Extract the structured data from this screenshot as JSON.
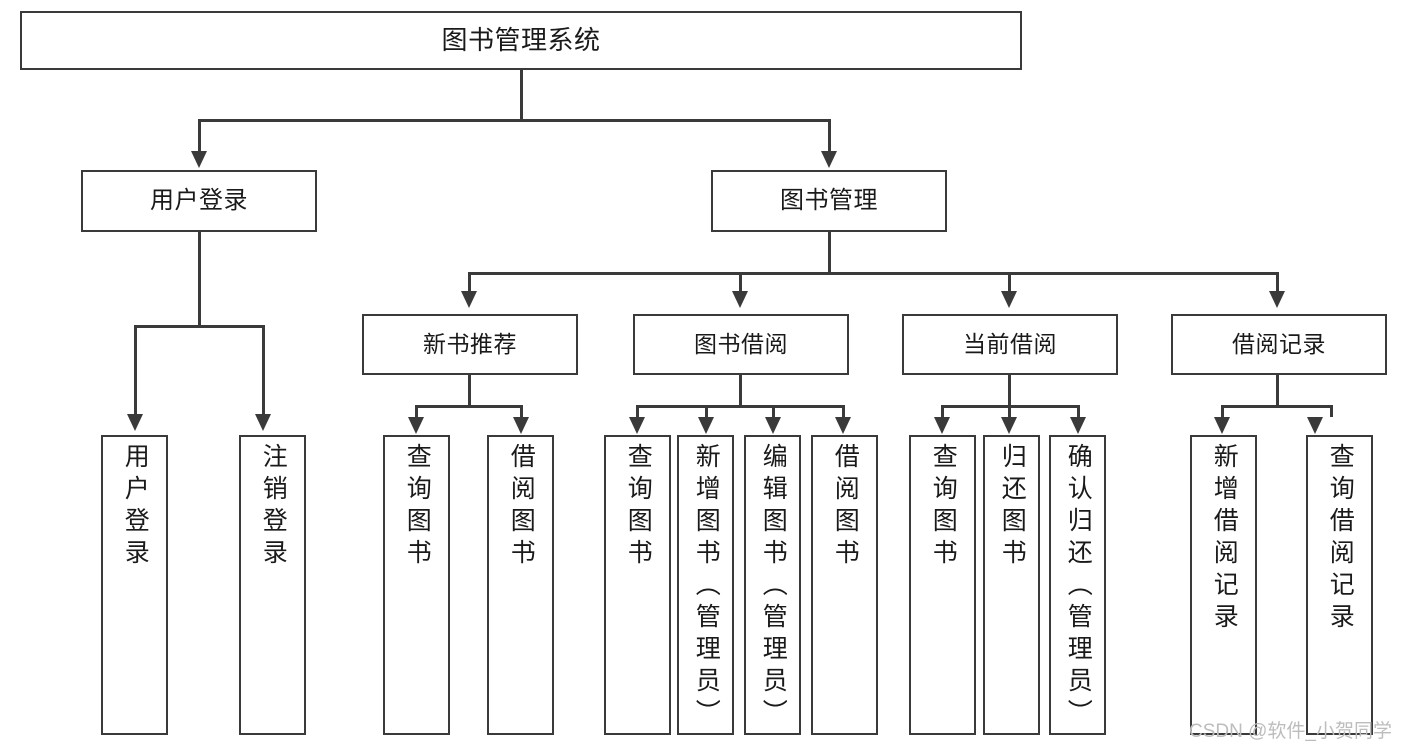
{
  "diagram": {
    "title": "图书管理系统",
    "type": "hierarchy-tree",
    "watermark": "CSDN @软件_小贺同学",
    "colors": {
      "stroke": "#3a3a3a",
      "fill": "#ffffff",
      "text": "#1a1a1a",
      "watermark": "#bdbdbd"
    },
    "levels": {
      "root": {
        "label": "图书管理系统"
      },
      "level2": [
        {
          "label": "用户登录"
        },
        {
          "label": "图书管理"
        }
      ],
      "level3": [
        {
          "label": "新书推荐"
        },
        {
          "label": "图书借阅"
        },
        {
          "label": "当前借阅"
        },
        {
          "label": "借阅记录"
        }
      ],
      "leaves": {
        "user_login": [
          {
            "label": "用户登录"
          },
          {
            "label": "注销登录"
          }
        ],
        "new_book_recommend": [
          {
            "label": "查询图书"
          },
          {
            "label": "借阅图书"
          }
        ],
        "book_borrow": [
          {
            "label": "查询图书"
          },
          {
            "label": "新增图书（管理员）"
          },
          {
            "label": "编辑图书（管理员）"
          },
          {
            "label": "借阅图书"
          }
        ],
        "current_borrow": [
          {
            "label": "查询图书"
          },
          {
            "label": "归还图书"
          },
          {
            "label": "确认归还（管理员）"
          }
        ],
        "borrow_record": [
          {
            "label": "新增借阅记录"
          },
          {
            "label": "查询借阅记录"
          }
        ]
      }
    }
  }
}
